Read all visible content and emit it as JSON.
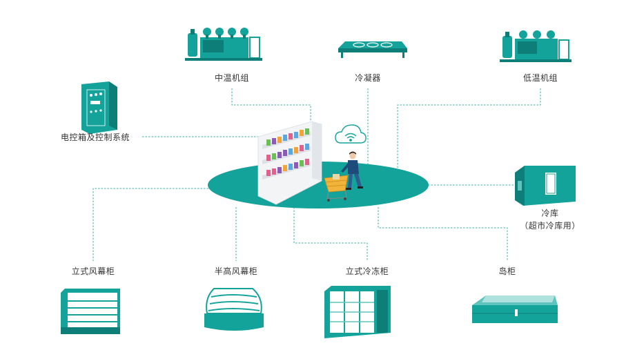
{
  "colors": {
    "teal": "#14A39A",
    "teal_dark": "#0E7F78",
    "teal_light": "#5FC4BD",
    "line": "#3AAFA6",
    "text": "#333333"
  },
  "nodes": {
    "medium_temp_unit": "中温机组",
    "condenser": "冷凝器",
    "low_temp_unit": "低温机组",
    "control_system": "电控箱及控制系统",
    "cold_storage": "冷库",
    "cold_storage_note": "（超市冷库用）",
    "upright_air_curtain": "立式风幕柜",
    "half_height_air_curtain": "半高风幕柜",
    "upright_freezer": "立式冷冻柜",
    "island_cabinet": "岛柜"
  },
  "icons": {
    "center": "supermarket-shelf-shopper-icon",
    "wifi": "wifi-cloud-icon"
  }
}
